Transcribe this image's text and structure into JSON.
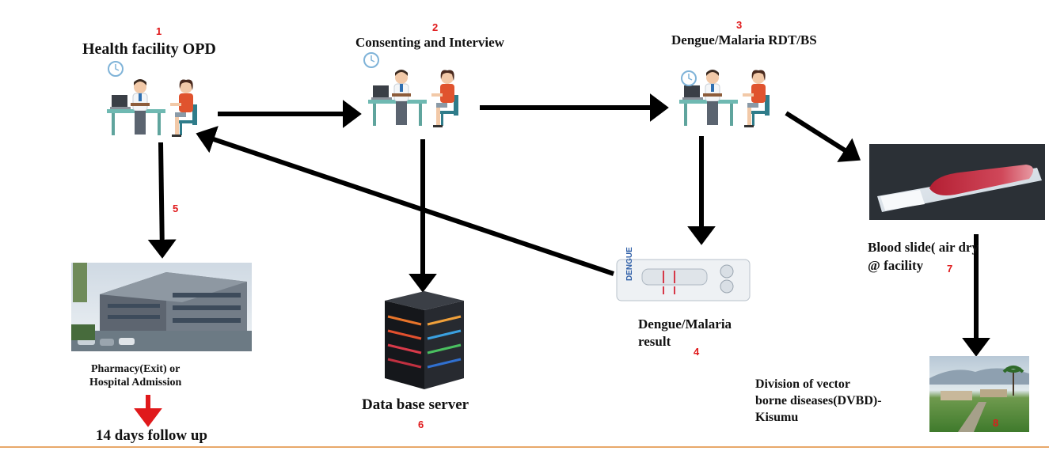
{
  "steps": {
    "s1": {
      "number": "1",
      "label": "Health facility OPD"
    },
    "s2": {
      "number": "2",
      "label": "Consenting and Interview"
    },
    "s3": {
      "number": "3",
      "label": "Dengue/Malaria RDT/BS"
    },
    "s4": {
      "number": "4",
      "line1": "Dengue/Malaria",
      "line2": "result"
    },
    "s5": {
      "number": "5",
      "line1": "Pharmacy(Exit) or",
      "line2": "Hospital Admission"
    },
    "s6": {
      "number": "6",
      "label": "Data base server"
    },
    "s7": {
      "number": "7",
      "line1": "Blood slide( air dry",
      "line2": "@ facility"
    },
    "s8": {
      "number": "8",
      "line1": "Division of vector",
      "line2": "borne diseases(DVBD)-",
      "line3": "Kisumu"
    }
  },
  "followup": {
    "label": "14 days follow up"
  },
  "rdt_cassette": {
    "brand": "DENGUE"
  },
  "colors": {
    "arrow": "#000000",
    "followup_arrow": "#e0191b",
    "step_number": "#e0191b",
    "blood": "#c8283a"
  }
}
